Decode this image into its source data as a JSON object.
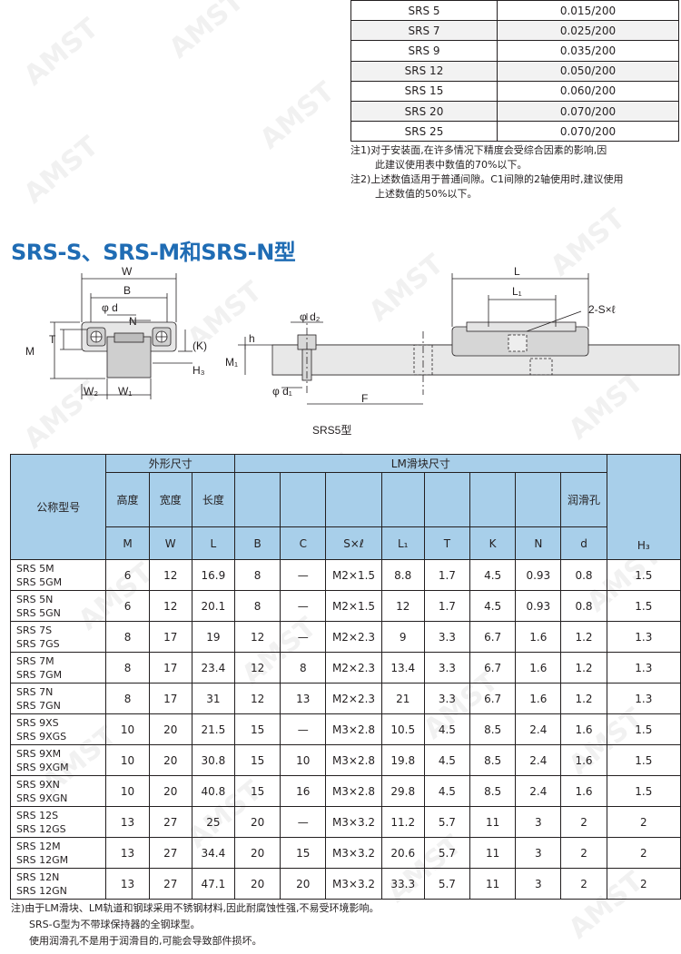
{
  "accuracy_table": {
    "rows": [
      {
        "model": "SRS 5",
        "value": "0.015/200"
      },
      {
        "model": "SRS 7",
        "value": "0.025/200"
      },
      {
        "model": "SRS 9",
        "value": "0.035/200"
      },
      {
        "model": "SRS 12",
        "value": "0.050/200"
      },
      {
        "model": "SRS 15",
        "value": "0.060/200"
      },
      {
        "model": "SRS 20",
        "value": "0.070/200"
      },
      {
        "model": "SRS 25",
        "value": "0.070/200"
      }
    ]
  },
  "accuracy_notes": {
    "note1_line1": "注1)对于安装面,在许多情况下精度会受综合因素的影响,因",
    "note1_line2": "此建议使用表中数值的70%以下。",
    "note2_line1": "注2)上述数值适用于普通间隙。C1间隙的2轴使用时,建议使用",
    "note2_line2": "上述数值的50%以下。"
  },
  "section_title": "SRS-S、SRS-M和SRS-N型",
  "watermark": "AMST",
  "drawing": {
    "labels": {
      "W": "W",
      "B": "B",
      "d": "φ d",
      "N": "N",
      "M": "M",
      "T": "T",
      "K": "(K)",
      "H3": "H₃",
      "W2": "W₂",
      "W1": "W₁",
      "d2": "φ d₂",
      "h": "h",
      "M1": "M₁",
      "d1": "φ d₁",
      "F": "F",
      "L": "L",
      "L1": "L₁",
      "SxL": "2-S×ℓ"
    },
    "caption": "SRS5型"
  },
  "spec_table": {
    "headers": {
      "model": "公称型号",
      "outer": "外形尺寸",
      "block": "LM滑块尺寸",
      "height": "高度",
      "width": "宽度",
      "length": "长度",
      "lube": "润滑孔",
      "M": "M",
      "W": "W",
      "L": "L",
      "B": "B",
      "C": "C",
      "S": "S×ℓ",
      "L1": "L₁",
      "T": "T",
      "K": "K",
      "N": "N",
      "d": "d",
      "H3": "H₃"
    },
    "rows": [
      {
        "m1": "SRS  5M",
        "m2": "SRS  5GM",
        "M": "6",
        "W": "12",
        "L": "16.9",
        "B": "8",
        "C": "—",
        "S": "M2×1.5",
        "L1": "8.8",
        "T": "1.7",
        "K": "4.5",
        "N": "0.93",
        "d": "0.8",
        "H3": "1.5"
      },
      {
        "m1": "SRS  5N",
        "m2": "SRS  5GN",
        "M": "6",
        "W": "12",
        "L": "20.1",
        "B": "8",
        "C": "—",
        "S": "M2×1.5",
        "L1": "12",
        "T": "1.7",
        "K": "4.5",
        "N": "0.93",
        "d": "0.8",
        "H3": "1.5"
      },
      {
        "m1": "SRS  7S",
        "m2": "SRS  7GS",
        "M": "8",
        "W": "17",
        "L": "19",
        "B": "12",
        "C": "—",
        "S": "M2×2.3",
        "L1": "9",
        "T": "3.3",
        "K": "6.7",
        "N": "1.6",
        "d": "1.2",
        "H3": "1.3"
      },
      {
        "m1": "SRS  7M",
        "m2": "SRS  7GM",
        "M": "8",
        "W": "17",
        "L": "23.4",
        "B": "12",
        "C": "8",
        "S": "M2×2.3",
        "L1": "13.4",
        "T": "3.3",
        "K": "6.7",
        "N": "1.6",
        "d": "1.2",
        "H3": "1.3"
      },
      {
        "m1": "SRS  7N",
        "m2": "SRS  7GN",
        "M": "8",
        "W": "17",
        "L": "31",
        "B": "12",
        "C": "13",
        "S": "M2×2.3",
        "L1": "21",
        "T": "3.3",
        "K": "6.7",
        "N": "1.6",
        "d": "1.2",
        "H3": "1.3"
      },
      {
        "m1": "SRS  9XS",
        "m2": "SRS  9XGS",
        "M": "10",
        "W": "20",
        "L": "21.5",
        "B": "15",
        "C": "—",
        "S": "M3×2.8",
        "L1": "10.5",
        "T": "4.5",
        "K": "8.5",
        "N": "2.4",
        "d": "1.6",
        "H3": "1.5"
      },
      {
        "m1": "SRS  9XM",
        "m2": "SRS  9XGM",
        "M": "10",
        "W": "20",
        "L": "30.8",
        "B": "15",
        "C": "10",
        "S": "M3×2.8",
        "L1": "19.8",
        "T": "4.5",
        "K": "8.5",
        "N": "2.4",
        "d": "1.6",
        "H3": "1.5"
      },
      {
        "m1": "SRS  9XN",
        "m2": "SRS  9XGN",
        "M": "10",
        "W": "20",
        "L": "40.8",
        "B": "15",
        "C": "16",
        "S": "M3×2.8",
        "L1": "29.8",
        "T": "4.5",
        "K": "8.5",
        "N": "2.4",
        "d": "1.6",
        "H3": "1.5"
      },
      {
        "m1": "SRS  12S",
        "m2": "SRS  12GS",
        "M": "13",
        "W": "27",
        "L": "25",
        "B": "20",
        "C": "—",
        "S": "M3×3.2",
        "L1": "11.2",
        "T": "5.7",
        "K": "11",
        "N": "3",
        "d": "2",
        "H3": "2"
      },
      {
        "m1": "SRS  12M",
        "m2": "SRS  12GM",
        "M": "13",
        "W": "27",
        "L": "34.4",
        "B": "20",
        "C": "15",
        "S": "M3×3.2",
        "L1": "20.6",
        "T": "5.7",
        "K": "11",
        "N": "3",
        "d": "2",
        "H3": "2"
      },
      {
        "m1": "SRS  12N",
        "m2": "SRS  12GN",
        "M": "13",
        "W": "27",
        "L": "47.1",
        "B": "20",
        "C": "20",
        "S": "M3×3.2",
        "L1": "33.3",
        "T": "5.7",
        "K": "11",
        "N": "3",
        "d": "2",
        "H3": "2"
      }
    ]
  },
  "footnotes": {
    "line1": "注)由于LM滑块、LM轨道和钢球采用不锈钢材料,因此耐腐蚀性强,不易受环境影响。",
    "line2": "SRS-G型为不带球保持器的全钢球型。",
    "line3": "使用润滑孔不是用于润滑目的,可能会导致部件损坏。"
  }
}
